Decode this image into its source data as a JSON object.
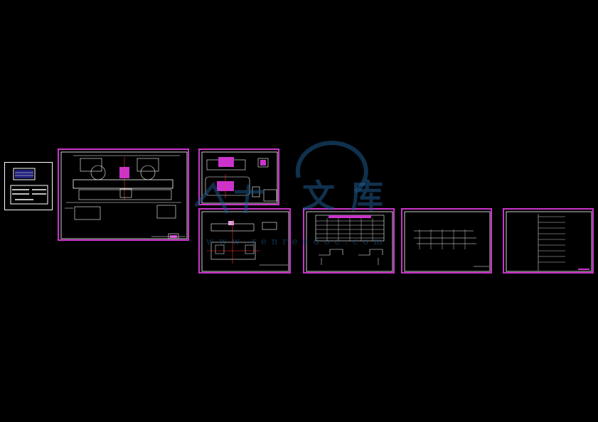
{
  "watermark": {
    "cn_text": "文库",
    "url_text": "www.renrendoc.com",
    "color": "#1e5a8c"
  },
  "colors": {
    "background": "#000000",
    "line": "#ffffff",
    "frame": "#cc33cc",
    "part": "#cc33cc",
    "axis": "#ff3333",
    "fill": "#e0a0e0"
  },
  "sheets": [
    {
      "id": "sheet-cover"
    },
    {
      "id": "sheet-assembly"
    },
    {
      "id": "sheet-fixture-top"
    },
    {
      "id": "sheet-fixture-part"
    },
    {
      "id": "sheet-process-card"
    },
    {
      "id": "sheet-sequence"
    },
    {
      "id": "sheet-list"
    }
  ]
}
